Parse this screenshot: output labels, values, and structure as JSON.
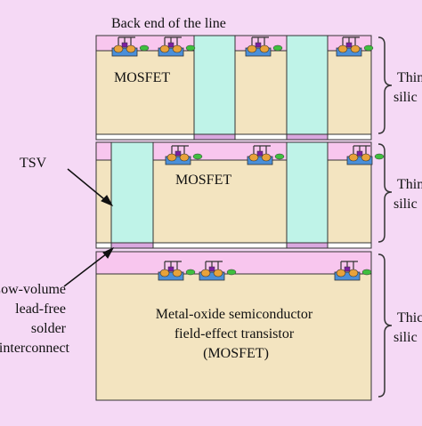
{
  "figure": {
    "top_caption": "Back end of the line",
    "tsv_label": "TSV",
    "solder_label_lines": [
      "Low-volume",
      "lead-free",
      "solder",
      "interconnect"
    ],
    "tier1_device_label": "MOSFET",
    "tier2_device_label": "MOSFET",
    "bottom_device_label_lines": [
      "Metal-oxide semiconductor",
      "field-effect transistor",
      "(MOSFET)"
    ],
    "tier_labels": [
      {
        "line1": "Thin",
        "line2": "silic"
      },
      {
        "line1": "Thin",
        "line2": "silic"
      },
      {
        "line1": "Thic",
        "line2": "silic"
      }
    ]
  },
  "colors": {
    "background": "#f5d9f5",
    "silicon": "#f3e4c0",
    "beol": "#f8c6ee",
    "tsv": "#bff3e8",
    "tsv_pad": "#d9a7df",
    "bond_gap": "#ffffff",
    "gate": "#7b1fa2",
    "source_drain": "#e8a23a",
    "well": "#4a8fd9",
    "contact": "#3fbf3f",
    "outline": "#333333"
  }
}
